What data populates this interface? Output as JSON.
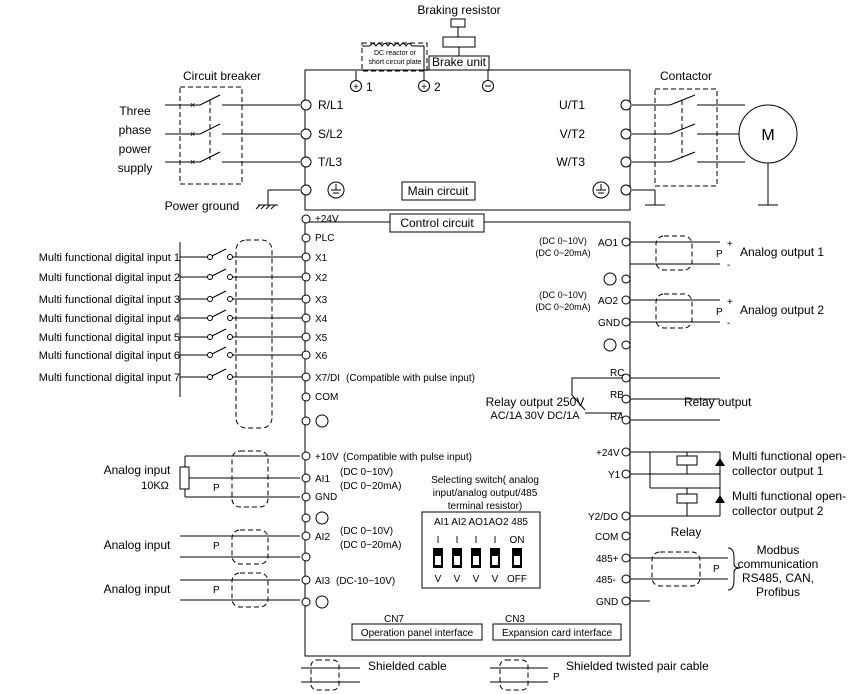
{
  "top": {
    "braking_resistor": "Braking resistor",
    "dc_reactor_1": "DC reactor or",
    "dc_reactor_2": "short circuit plate",
    "brake_unit": "Brake unit",
    "plus1": "1",
    "plus2": "2"
  },
  "power": {
    "circuit_breaker": "Circuit breaker",
    "three": "Three",
    "phase": "phase",
    "power": "power",
    "supply": "supply",
    "power_ground": "Power ground",
    "main_circuit": "Main circuit",
    "control_circuit": "Control circuit",
    "inputs": [
      "R/L1",
      "S/L2",
      "T/L3"
    ],
    "outputs": [
      "U/T1",
      "V/T2",
      "W/T3"
    ],
    "contactor": "Contactor",
    "motor": "M"
  },
  "digital": {
    "v24": "+24V",
    "plc": "PLC",
    "inputs": [
      {
        "label": "Multi functional digital input 1",
        "terminal": "X1"
      },
      {
        "label": "Multi functional digital input 2",
        "terminal": "X2"
      },
      {
        "label": "Multi functional digital input 3",
        "terminal": "X3"
      },
      {
        "label": "Multi functional digital input 4",
        "terminal": "X4"
      },
      {
        "label": "Multi functional digital input 5",
        "terminal": "X5"
      },
      {
        "label": "Multi functional digital input 6",
        "terminal": "X6"
      },
      {
        "label": "Multi functional digital input 7",
        "terminal": "X7/DI"
      }
    ],
    "pulse_note": "(Compatible with pulse input)",
    "com": "COM"
  },
  "analog_in": {
    "v10": "+10V",
    "pulse_note": "(Compatible with pulse input)",
    "analog_input": "Analog input",
    "pot": "10KΩ",
    "p": "P",
    "ai1": "AI1",
    "ai1_r1": "(DC 0~10V)",
    "ai1_r2": "(DC 0~20mA)",
    "gnd": "GND",
    "ai2": "AI2",
    "ai2_r1": "(DC 0~10V)",
    "ai2_r2": "(DC 0~20mA)",
    "ai3": "AI3",
    "ai3_r": "(DC-10~10V)"
  },
  "analog_out": {
    "ao1_r1": "(DC 0~10V)",
    "ao1_r2": "(DC 0~20mA)",
    "ao1": "AO1",
    "out1": "Analog output 1",
    "ao2_r1": "(DC 0~10V)",
    "ao2_r2": "(DC 0~20mA)",
    "ao2": "AO2",
    "gnd": "GND",
    "out2": "Analog output 2",
    "plus": "+",
    "minus": "-",
    "p": "P"
  },
  "relay": {
    "rc": "RC",
    "rb": "RB",
    "ra": "RA",
    "spec1": "Relay output 250V",
    "spec2": "AC/1A 30V DC/1A",
    "relay_output": "Relay output",
    "v24": "+24V",
    "y1": "Y1",
    "y2": "Y2/DO",
    "com": "COM",
    "oc1a": "Multi functional open-",
    "oc1b": "collector output 1",
    "oc2a": "Multi functional open-",
    "oc2b": "collector output 2",
    "relay": "Relay"
  },
  "comm": {
    "p485": "485+",
    "m485": "485-",
    "gnd": "GND",
    "modbus": "Modbus",
    "communication": "communication",
    "rs485": "RS485, CAN,",
    "profibus": "Profibus",
    "p": "P"
  },
  "switch": {
    "title1": "Selecting switch( analog",
    "title2": "input/analog output/485",
    "title3": "terminal resistor)",
    "header": "AI1 AI2 AO1AO2 485",
    "top_marks": [
      "I",
      "I",
      "I",
      "I",
      "ON"
    ],
    "bottom_marks": [
      "V",
      "V",
      "V",
      "V",
      "OFF"
    ]
  },
  "bottom": {
    "cn7": "CN7",
    "cn7_label": "Operation panel interface",
    "cn3": "CN3",
    "cn3_label": "Expansion card interface",
    "shielded": "Shielded cable",
    "twisted": "Shielded twisted pair cable",
    "p": "P"
  }
}
